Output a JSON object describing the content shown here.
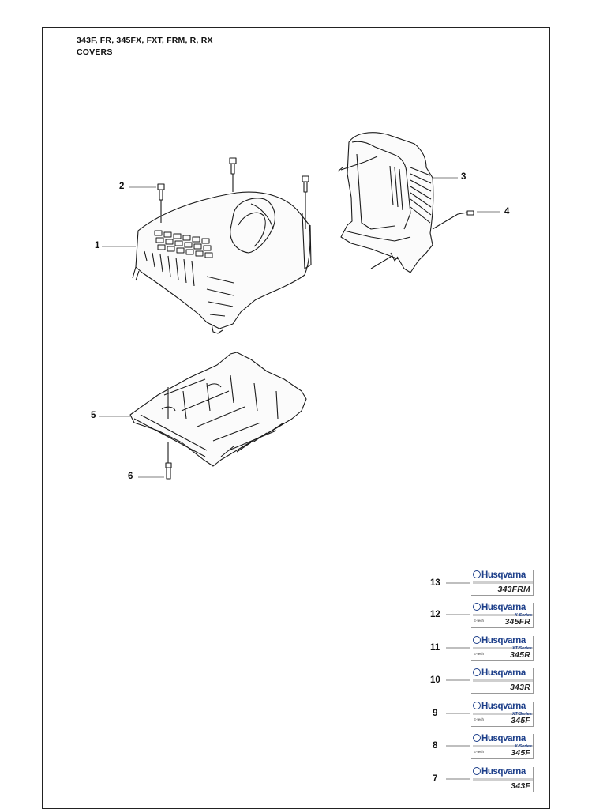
{
  "header": {
    "models": "343F, FR, 345FX, FXT, FRM, R, RX",
    "section": "COVERS"
  },
  "callouts": [
    "1",
    "2",
    "3",
    "4",
    "5",
    "6",
    "7",
    "8",
    "9",
    "10",
    "11",
    "12",
    "13"
  ],
  "decals": [
    {
      "callout": "13",
      "brand": "Husqvarna",
      "series": "",
      "etech": "",
      "model": "343FRM"
    },
    {
      "callout": "12",
      "brand": "Husqvarna",
      "series": "X-Series",
      "etech": "E-tech",
      "model": "345FR"
    },
    {
      "callout": "11",
      "brand": "Husqvarna",
      "series": "XT-Series",
      "etech": "E-tech",
      "model": "345R"
    },
    {
      "callout": "10",
      "brand": "Husqvarna",
      "series": "",
      "etech": "",
      "model": "343R"
    },
    {
      "callout": "9",
      "brand": "Husqvarna",
      "series": "XT-Series",
      "etech": "E-tech",
      "model": "345F"
    },
    {
      "callout": "8",
      "brand": "Husqvarna",
      "series": "X-Series",
      "etech": "E-tech",
      "model": "345F"
    },
    {
      "callout": "7",
      "brand": "Husqvarna",
      "series": "",
      "etech": "",
      "model": "343F"
    }
  ]
}
